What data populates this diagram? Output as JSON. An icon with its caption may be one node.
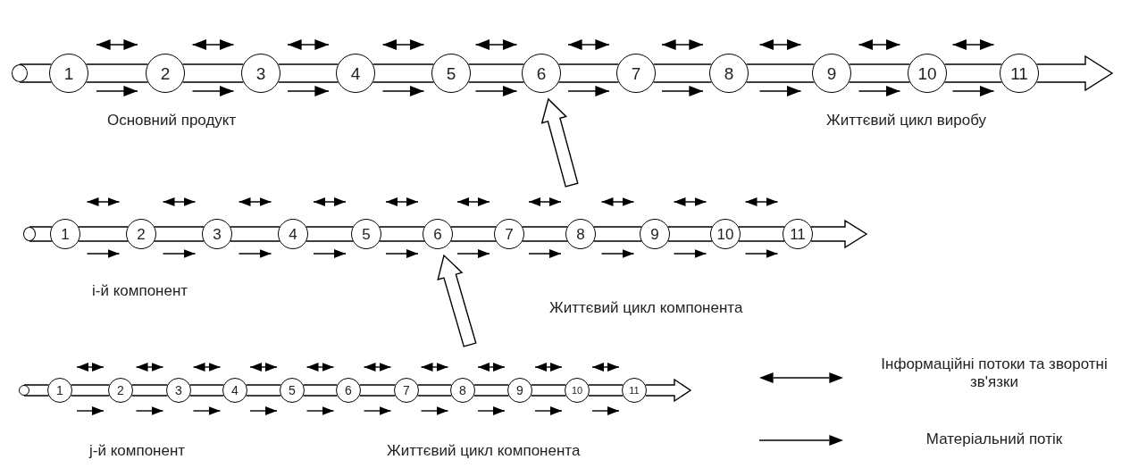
{
  "diagram": {
    "nodes": [
      {
        "text": [],
        "shape": "circle"
      },
      {
        "text": [
          "1"
        ]
      },
      {
        "text": [
          "2"
        ]
      },
      {
        "text": [
          "3"
        ]
      },
      {
        "text": [
          "4"
        ]
      },
      {
        "text": [
          "5"
        ]
      },
      {
        "text": [
          "6"
        ]
      },
      {
        "text": [
          "7"
        ]
      },
      {
        "text": [
          "8"
        ]
      },
      {
        "text": [
          "9"
        ]
      },
      {
        "text": [
          "10"
        ]
      },
      {
        "text": [
          "11"
        ]
      },
      {
        "text": [],
        "shape": "circle"
      },
      {
        "text": [
          "1"
        ]
      },
      {
        "text": [
          "2"
        ]
      },
      {
        "text": [
          "3"
        ]
      },
      {
        "text": [
          "4"
        ]
      },
      {
        "text": [
          "5"
        ]
      },
      {
        "text": [
          "6"
        ]
      },
      {
        "text": [
          "7"
        ]
      },
      {
        "text": [
          "8"
        ]
      },
      {
        "text": [
          "9"
        ]
      },
      {
        "text": [
          "10"
        ]
      },
      {
        "text": [
          "11"
        ]
      },
      {
        "text": [],
        "shape": "circle"
      },
      {
        "text": [
          "1"
        ]
      },
      {
        "text": [
          "2"
        ]
      },
      {
        "text": [
          "3"
        ]
      },
      {
        "text": [
          "4"
        ]
      },
      {
        "text": [
          "5"
        ]
      },
      {
        "text": [
          "6"
        ]
      },
      {
        "text": [
          "7"
        ]
      },
      {
        "text": [
          "8"
        ]
      },
      {
        "text": [
          "9"
        ]
      },
      {
        "text": [
          "10"
        ]
      },
      {
        "text": [
          "11"
        ]
      }
    ],
    "edges": [
      {
        "from": 0,
        "to": 1,
        "arrow": "none"
      },
      {
        "from": 1,
        "to": 2,
        "arrow": "none"
      },
      {
        "from": 1,
        "to": 2,
        "arrow": "both"
      },
      {
        "from": 1,
        "to": 2,
        "arrow": "to"
      },
      {
        "from": 2,
        "to": 3,
        "arrow": "none"
      },
      {
        "from": 2,
        "to": 3,
        "arrow": "both"
      },
      {
        "from": 2,
        "to": 3,
        "arrow": "to"
      },
      {
        "from": 3,
        "to": 4,
        "arrow": "none"
      },
      {
        "from": 3,
        "to": 4,
        "arrow": "both"
      },
      {
        "from": 3,
        "to": 4,
        "arrow": "to"
      },
      {
        "from": 4,
        "to": 5,
        "arrow": "none"
      },
      {
        "from": 4,
        "to": 5,
        "arrow": "both"
      },
      {
        "from": 4,
        "to": 5,
        "arrow": "to"
      },
      {
        "from": 5,
        "to": 6,
        "arrow": "none"
      },
      {
        "from": 5,
        "to": 6,
        "arrow": "both"
      },
      {
        "from": 5,
        "to": 6,
        "arrow": "to"
      },
      {
        "from": 6,
        "to": 7,
        "arrow": "none"
      },
      {
        "from": 6,
        "to": 7,
        "arrow": "both"
      },
      {
        "from": 6,
        "to": 7,
        "arrow": "to"
      },
      {
        "from": 7,
        "to": 8,
        "arrow": "none"
      },
      {
        "from": 7,
        "to": 8,
        "arrow": "both"
      },
      {
        "from": 7,
        "to": 8,
        "arrow": "to"
      },
      {
        "from": 8,
        "to": 9,
        "arrow": "none"
      },
      {
        "from": 8,
        "to": 9,
        "arrow": "both"
      },
      {
        "from": 8,
        "to": 9,
        "arrow": "to"
      },
      {
        "from": 9,
        "to": 10,
        "arrow": "none"
      },
      {
        "from": 9,
        "to": 10,
        "arrow": "both"
      },
      {
        "from": 9,
        "to": 10,
        "arrow": "to"
      },
      {
        "from": 10,
        "to": 11,
        "arrow": "none"
      },
      {
        "from": 10,
        "to": 11,
        "arrow": "both"
      },
      {
        "from": 10,
        "to": 11,
        "arrow": "to"
      },
      {
        "from": 11,
        "to": null,
        "arrow": "to"
      },
      {
        "from": 12,
        "to": 13,
        "arrow": "none"
      },
      {
        "from": 13,
        "to": 14,
        "arrow": "none"
      },
      {
        "from": 13,
        "to": 14,
        "arrow": "both"
      },
      {
        "from": 13,
        "to": 14,
        "arrow": "to"
      },
      {
        "from": 14,
        "to": 15,
        "arrow": "none"
      },
      {
        "from": 14,
        "to": 15,
        "arrow": "both"
      },
      {
        "from": 14,
        "to": 15,
        "arrow": "to"
      },
      {
        "from": 15,
        "to": 16,
        "arrow": "none"
      },
      {
        "from": 15,
        "to": 16,
        "arrow": "both"
      },
      {
        "from": 15,
        "to": 16,
        "arrow": "to"
      },
      {
        "from": 16,
        "to": 17,
        "arrow": "none"
      },
      {
        "from": 16,
        "to": 17,
        "arrow": "both"
      },
      {
        "from": 16,
        "to": 17,
        "arrow": "to"
      },
      {
        "from": 17,
        "to": 18,
        "arrow": "none"
      },
      {
        "from": 17,
        "to": 18,
        "arrow": "both"
      },
      {
        "from": 17,
        "to": 18,
        "arrow": "to"
      },
      {
        "from": 18,
        "to": 19,
        "arrow": "none"
      },
      {
        "from": 18,
        "to": 19,
        "arrow": "both"
      },
      {
        "from": 18,
        "to": 19,
        "arrow": "to"
      },
      {
        "from": 19,
        "to": 20,
        "arrow": "none"
      },
      {
        "from": 19,
        "to": 20,
        "arrow": "both"
      },
      {
        "from": 19,
        "to": 20,
        "arrow": "to"
      },
      {
        "from": 20,
        "to": 21,
        "arrow": "none"
      },
      {
        "from": 20,
        "to": 21,
        "arrow": "both"
      },
      {
        "from": 20,
        "to": 21,
        "arrow": "to"
      },
      {
        "from": 21,
        "to": 22,
        "arrow": "none"
      },
      {
        "from": 21,
        "to": 22,
        "arrow": "both"
      },
      {
        "from": 21,
        "to": 22,
        "arrow": "to"
      },
      {
        "from": 22,
        "to": 23,
        "arrow": "none"
      },
      {
        "from": 22,
        "to": 23,
        "arrow": "both"
      },
      {
        "from": 22,
        "to": 23,
        "arrow": "to"
      },
      {
        "from": 23,
        "to": null,
        "arrow": "to"
      },
      {
        "from": 24,
        "to": 25,
        "arrow": "none"
      },
      {
        "from": 25,
        "to": 26,
        "arrow": "none"
      },
      {
        "from": 25,
        "to": 26,
        "arrow": "both"
      },
      {
        "from": 25,
        "to": 26,
        "arrow": "to"
      },
      {
        "from": 26,
        "to": 27,
        "arrow": "none"
      },
      {
        "from": 26,
        "to": 27,
        "arrow": "both"
      },
      {
        "from": 26,
        "to": 27,
        "arrow": "to"
      },
      {
        "from": 27,
        "to": 28,
        "arrow": "none"
      },
      {
        "from": 27,
        "to": 28,
        "arrow": "both"
      },
      {
        "from": 27,
        "to": 28,
        "arrow": "to"
      },
      {
        "from": 28,
        "to": 29,
        "arrow": "none"
      },
      {
        "from": 28,
        "to": 29,
        "arrow": "both"
      },
      {
        "from": 28,
        "to": 29,
        "arrow": "to"
      },
      {
        "from": 29,
        "to": 30,
        "arrow": "none"
      },
      {
        "from": 29,
        "to": 30,
        "arrow": "both"
      },
      {
        "from": 29,
        "to": 30,
        "arrow": "to"
      },
      {
        "from": 30,
        "to": 31,
        "arrow": "none"
      },
      {
        "from": 30,
        "to": 31,
        "arrow": "both"
      },
      {
        "from": 30,
        "to": 31,
        "arrow": "to"
      },
      {
        "from": 31,
        "to": 32,
        "arrow": "none"
      },
      {
        "from": 31,
        "to": 32,
        "arrow": "both"
      },
      {
        "from": 31,
        "to": 32,
        "arrow": "to"
      },
      {
        "from": 32,
        "to": 33,
        "arrow": "none"
      },
      {
        "from": 32,
        "to": 33,
        "arrow": "both"
      },
      {
        "from": 32,
        "to": 33,
        "arrow": "to"
      },
      {
        "from": 33,
        "to": 34,
        "arrow": "none"
      },
      {
        "from": 33,
        "to": 34,
        "arrow": "both"
      },
      {
        "from": 33,
        "to": 34,
        "arrow": "to"
      },
      {
        "from": 34,
        "to": 35,
        "arrow": "none"
      },
      {
        "from": 34,
        "to": 35,
        "arrow": "both"
      },
      {
        "from": 34,
        "to": 35,
        "arrow": "to"
      },
      {
        "from": 35,
        "to": null,
        "arrow": "to"
      },
      {
        "from": null,
        "to": 6,
        "arrow": "to",
        "style": "thick"
      },
      {
        "from": null,
        "to": 18,
        "arrow": "to",
        "style": "thick"
      }
    ],
    "labels": [
      "Основний продукт",
      "Життєвий цикл виробу",
      "і-й компонент",
      "Життєвий цикл компонента",
      "j-й компонент",
      "Життєвий цикл компонента"
    ],
    "legend": [
      {
        "text": "Інформаційні потоки та зворотні зв'язки"
      },
      {
        "text": "Матеріальний потік"
      }
    ]
  }
}
